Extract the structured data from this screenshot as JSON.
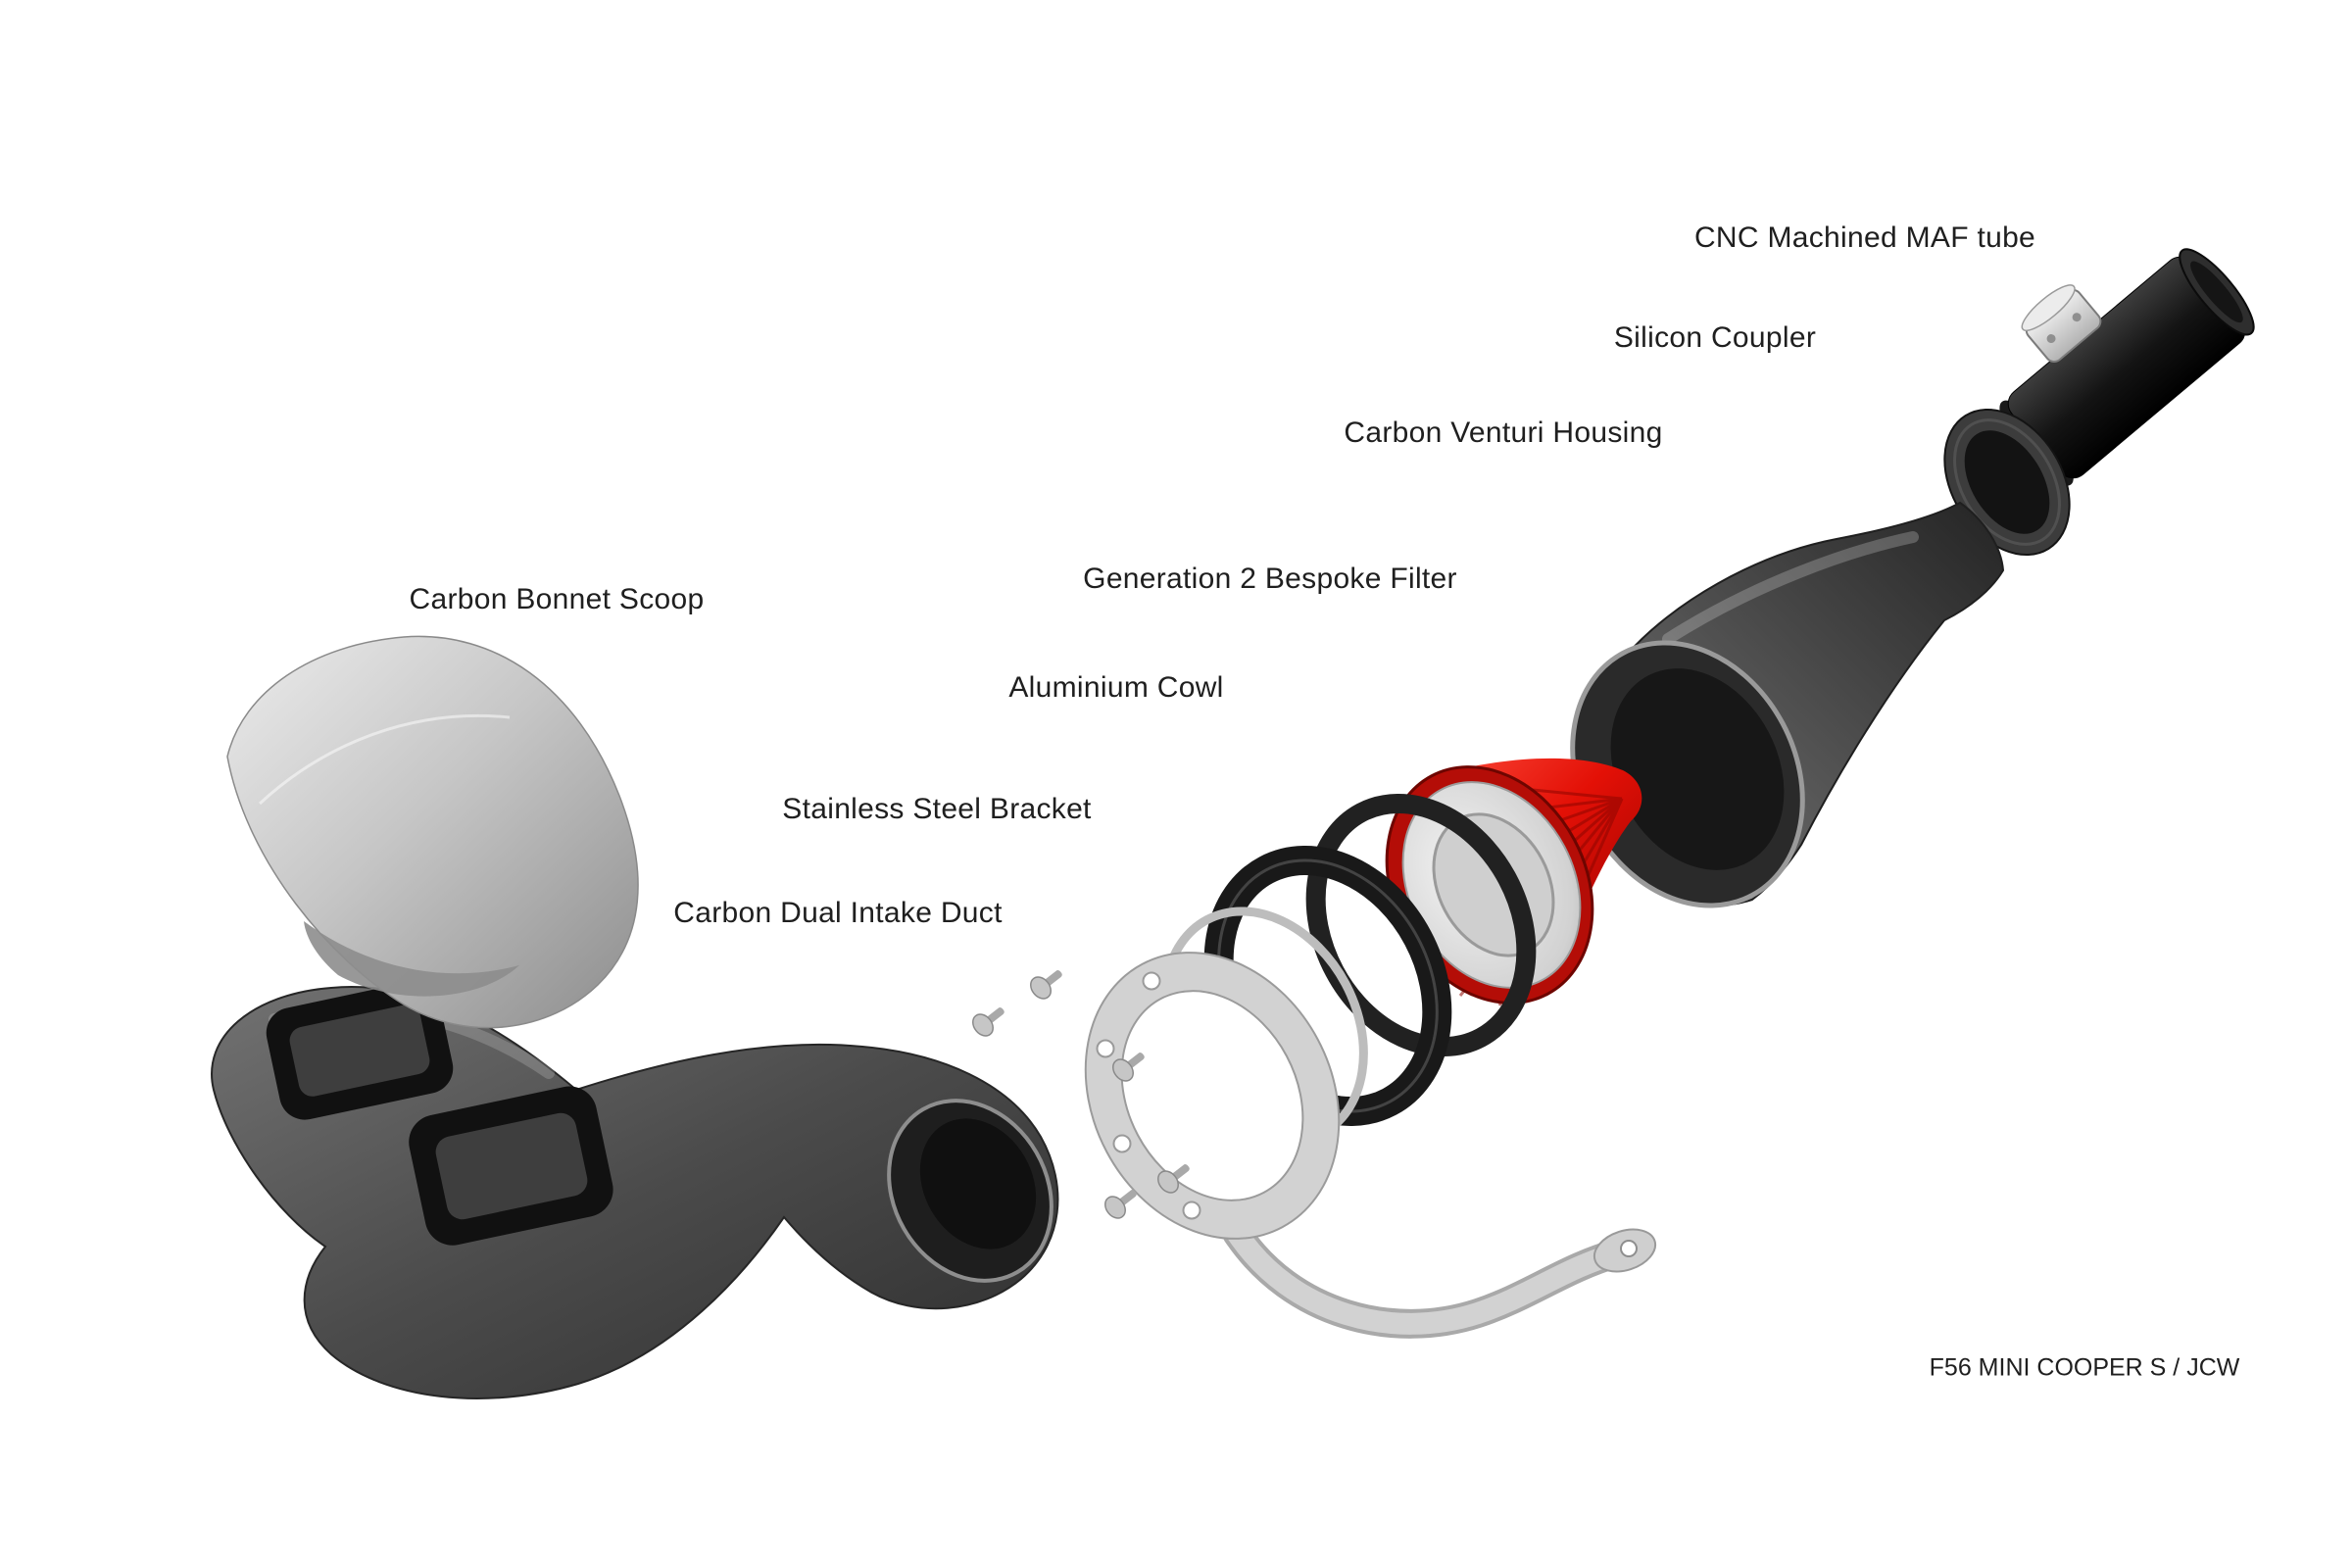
{
  "diagram": {
    "footer": "F56 MINI COOPER S / JCW",
    "labels": {
      "maf_tube": "CNC Machined MAF tube",
      "silicon_coupler": "Silicon Coupler",
      "venturi_housing": "Carbon Venturi Housing",
      "filter": "Generation 2 Bespoke Filter",
      "cowl": "Aluminium Cowl",
      "bracket": "Stainless Steel Bracket",
      "intake_duct": "Carbon Dual Intake Duct",
      "bonnet_scoop": "Carbon Bonnet Scoop"
    },
    "colors": {
      "background": "#ffffff",
      "filter_red": "#d60d05",
      "carbon_gray": "#4a4a4a",
      "silver": "#c9c9c9",
      "black": "#0f0f0f",
      "label_text": "#1f1f1f"
    }
  }
}
